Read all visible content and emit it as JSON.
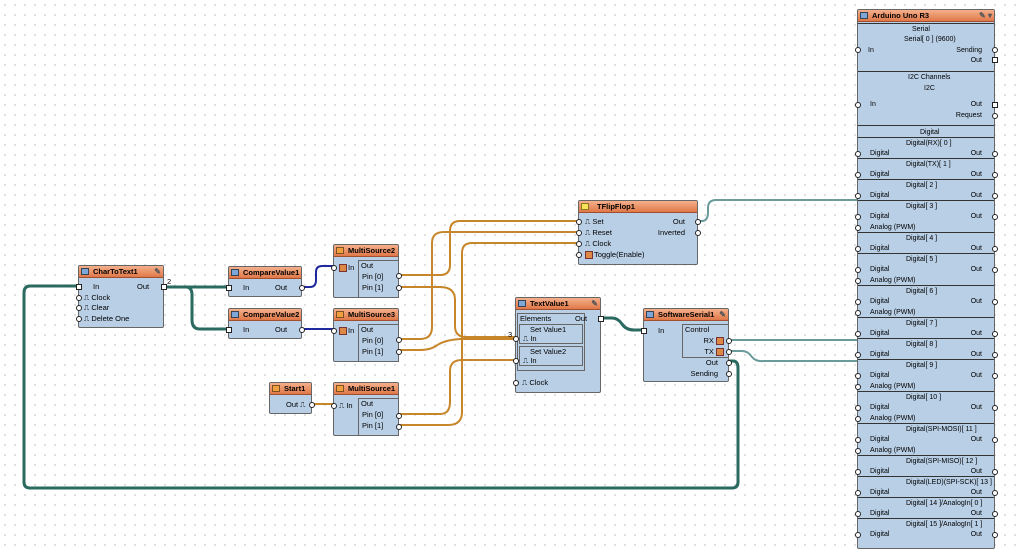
{
  "components": {
    "chartotext": {
      "title": "CharToText1",
      "pins": [
        "In",
        "Clock",
        "Clear",
        "Delete One"
      ],
      "out": "Out",
      "out_badge": "2"
    },
    "compare1": {
      "title": "CompareValue1",
      "in": "In",
      "out": "Out"
    },
    "compare2": {
      "title": "CompareValue2",
      "in": "In",
      "out": "Out"
    },
    "multisource2": {
      "title": "MultiSource2",
      "in": "In",
      "out": "Out",
      "pins": [
        "Pin [0]",
        "Pin [1]"
      ]
    },
    "multisource3": {
      "title": "MultiSource3",
      "in": "In",
      "out": "Out",
      "pins": [
        "Pin [0]",
        "Pin [1]"
      ]
    },
    "multisource1": {
      "title": "MultiSource1",
      "in": "In",
      "out": "Out",
      "pins": [
        "Pin [0]",
        "Pin [1]"
      ]
    },
    "start": {
      "title": "Start1",
      "out": "Out"
    },
    "tflipflop": {
      "title": "TFlipFlop1",
      "pins": [
        "Set",
        "Reset",
        "Clock",
        "Toggle(Enable)"
      ],
      "outs": [
        "Out",
        "Inverted"
      ]
    },
    "textvalue": {
      "title": "TextValue1",
      "elements": "Elements",
      "items": [
        "Set Value1",
        "Set Value2"
      ],
      "in": "In",
      "badge": "3",
      "out": "Out",
      "clock": "Clock"
    },
    "softserial": {
      "title": "SoftwareSerial1",
      "in": "In",
      "control": "Control",
      "rx": "RX",
      "tx": "TX",
      "out": "Out",
      "sending": "Sending"
    }
  },
  "arduino": {
    "title": "Arduino Uno R3",
    "serial": {
      "label": "Serial",
      "sub": "Serial[ 0 ] (9600)",
      "in": "In",
      "sending": "Sending",
      "out": "Out"
    },
    "i2c": {
      "label": "I2C Channels",
      "sub": "I2C",
      "in": "In",
      "out": "Out",
      "request": "Request"
    },
    "digital_label": "Digital",
    "channels": [
      {
        "name": "Digital(RX)[ 0 ]",
        "left": [
          "Digital"
        ],
        "out": "Out"
      },
      {
        "name": "Digital(TX)[ 1 ]",
        "left": [
          "Digital"
        ],
        "out": "Out"
      },
      {
        "name": "Digital[ 2 ]",
        "left": [
          "Digital"
        ],
        "out": "Out"
      },
      {
        "name": "Digital[ 3 ]",
        "left": [
          "Digital",
          "Analog (PWM)"
        ],
        "out": "Out"
      },
      {
        "name": "Digital[ 4 ]",
        "left": [
          "Digital"
        ],
        "out": "Out"
      },
      {
        "name": "Digital[ 5 ]",
        "left": [
          "Digital",
          "Analog (PWM)"
        ],
        "out": "Out"
      },
      {
        "name": "Digital[ 6 ]",
        "left": [
          "Digital",
          "Analog (PWM)"
        ],
        "out": "Out"
      },
      {
        "name": "Digital[ 7 ]",
        "left": [
          "Digital"
        ],
        "out": "Out"
      },
      {
        "name": "Digital[ 8 ]",
        "left": [
          "Digital"
        ],
        "out": "Out"
      },
      {
        "name": "Digital[ 9 ]",
        "left": [
          "Digital",
          "Analog (PWM)"
        ],
        "out": "Out"
      },
      {
        "name": "Digital[ 10 ]",
        "left": [
          "Digital",
          "Analog (PWM)"
        ],
        "out": "Out"
      },
      {
        "name": "Digital(SPI-MOSI)[ 11 ]",
        "left": [
          "Digital",
          "Analog (PWM)"
        ],
        "out": "Out"
      },
      {
        "name": "Digital(SPI-MISO)[ 12 ]",
        "left": [
          "Digital"
        ],
        "out": "Out"
      },
      {
        "name": "Digital(LED)(SPI-SCK)[ 13 ]",
        "left": [
          "Digital"
        ],
        "out": "Out"
      },
      {
        "name": "Digital[ 14 ]/AnalogIn[ 0 ]",
        "left": [
          "Digital"
        ],
        "out": "Out"
      },
      {
        "name": "Digital[ 15 ]/AnalogIn[ 1 ]",
        "left": [
          "Digital"
        ],
        "out": "Out"
      }
    ]
  },
  "colors": {
    "wire_digital": "#c8862a",
    "wire_data": "#2a6a60",
    "wire_char": "#1e2a9e",
    "wire_serial": "#6a9a9a",
    "header": "#e88a5a",
    "body": "#b9cfe6"
  }
}
